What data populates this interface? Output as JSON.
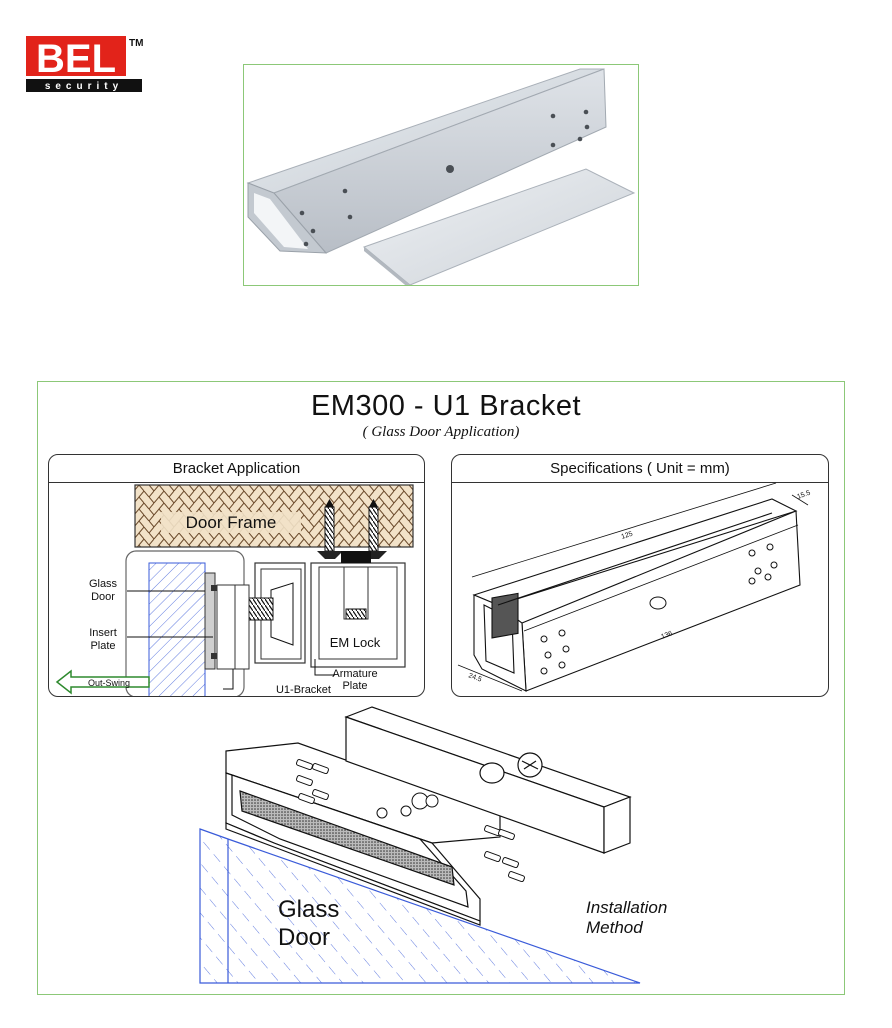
{
  "logo": {
    "brand": "BEL",
    "tm": "TM",
    "tagline": "security"
  },
  "title": "EM300 - U1 Bracket",
  "subtitle": "( Glass Door Application)",
  "bracket_panel": {
    "title": "Bracket Application",
    "labels": {
      "door_frame": "Door Frame",
      "glass_door_l1": "Glass",
      "glass_door_l2": "Door",
      "insert_plate_l1": "Insert",
      "insert_plate_l2": "Plate",
      "out_swing": "Out-Swing",
      "u1_bracket": "U1-Bracket",
      "armature_l1": "Armature",
      "armature_l2": "Plate",
      "em_lock": "EM Lock"
    }
  },
  "spec_panel": {
    "title": "Specifications ( Unit = mm)",
    "dims": {
      "d1": "15.5",
      "d2": "125",
      "d3": "136",
      "d4": "24.5"
    }
  },
  "installation": {
    "glass_l1": "Glass",
    "glass_l2": "Door",
    "method_l1": "Installation",
    "method_l2": "Method"
  },
  "colors": {
    "logo_red": "#e2231a",
    "border_green": "#8cc878",
    "glass_blue": "#3a5bd9"
  }
}
